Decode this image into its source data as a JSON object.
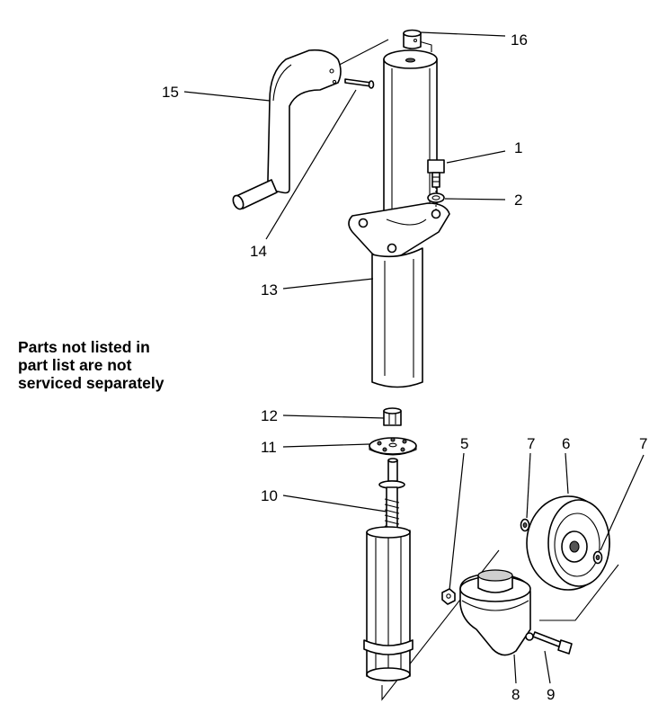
{
  "note": {
    "lines": [
      "Parts not listed in",
      "part list are not",
      "serviced separately"
    ]
  },
  "callouts": [
    "16",
    "15",
    "1",
    "2",
    "14",
    "13",
    "12",
    "11",
    "10",
    "5",
    "7",
    "6",
    "7",
    "8",
    "9"
  ],
  "colors": {
    "ink": "#000000",
    "paper": "#ffffff",
    "shade": "#cfcfcf"
  }
}
